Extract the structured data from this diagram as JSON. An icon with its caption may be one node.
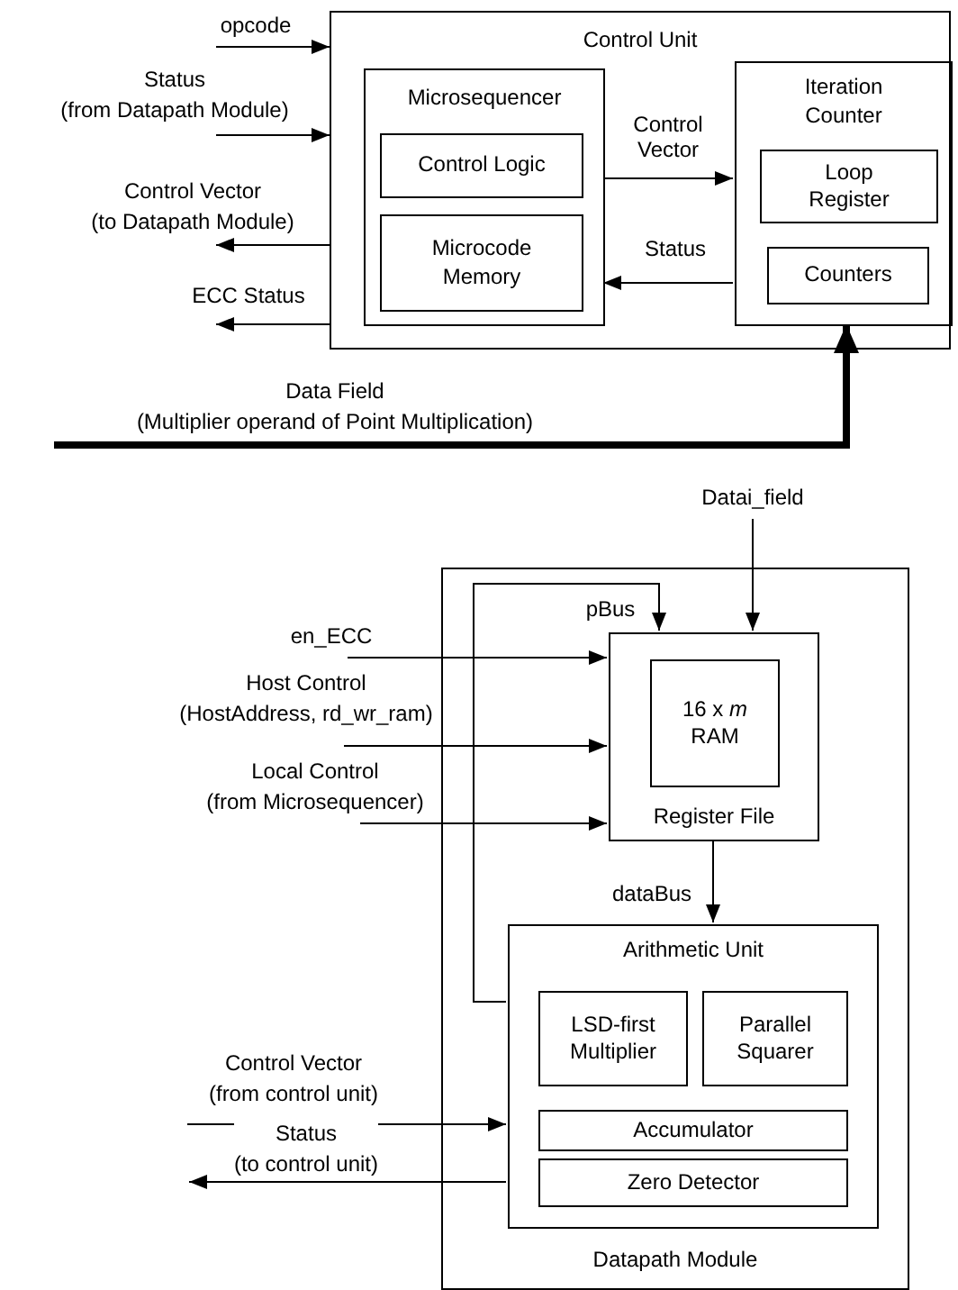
{
  "diagram": {
    "nodes": [
      {
        "text": [
          "Control Unit"
        ]
      },
      {
        "text": [
          "Microsequencer"
        ],
        "in": 0
      },
      {
        "text": [
          "Control Logic"
        ],
        "in": 1
      },
      {
        "text": [
          "Microcode Memory"
        ],
        "in": 1
      },
      {
        "text": [
          "Iteration Counter"
        ],
        "in": 0
      },
      {
        "text": [
          "Loop Register"
        ],
        "in": 4
      },
      {
        "text": [
          "Counters"
        ],
        "in": 4
      },
      {
        "text": [
          "Datapath Module"
        ]
      },
      {
        "text": [
          "Register File"
        ],
        "in": 7
      },
      {
        "text": [
          "16 x *m* RAM"
        ],
        "in": 8
      },
      {
        "text": [
          "Arithmetic Unit"
        ],
        "in": 7
      },
      {
        "text": [
          "LSD-first Multiplier"
        ],
        "in": 10
      },
      {
        "text": [
          "Parallel Squarer"
        ],
        "in": 10
      },
      {
        "text": [
          "Accumulator"
        ],
        "in": 10
      },
      {
        "text": [
          "Zero Detector"
        ],
        "in": 10
      }
    ],
    "edges": [
      {
        "from": null,
        "to": 0,
        "arrow": "to",
        "label": "opcode"
      },
      {
        "from": null,
        "to": 0,
        "arrow": "to",
        "label": "Status (from Datapath Module)"
      },
      {
        "from": 0,
        "to": null,
        "arrow": "to",
        "label": "Control Vector (to Datapath Module)"
      },
      {
        "from": 0,
        "to": null,
        "arrow": "to",
        "label": "ECC Status"
      },
      {
        "from": 1,
        "to": 4,
        "arrow": "to",
        "label": "Control Vector"
      },
      {
        "from": 4,
        "to": 1,
        "arrow": "to",
        "label": "Status"
      },
      {
        "from": null,
        "to": 4,
        "arrow": "to",
        "label": "Data Field (Multiplier operand of Point Multiplication)",
        "style": "thick"
      },
      {
        "from": null,
        "to": 8,
        "arrow": "to",
        "label": "Datai_field"
      },
      {
        "from": 10,
        "to": 8,
        "arrow": "to",
        "label": "pBus"
      },
      {
        "from": null,
        "to": 8,
        "arrow": "to",
        "label": "en_ECC"
      },
      {
        "from": null,
        "to": 8,
        "arrow": "to",
        "label": "Host Control (HostAddress, rd_wr_ram)"
      },
      {
        "from": null,
        "to": 8,
        "arrow": "to",
        "label": "Local Control (from Microsequencer)"
      },
      {
        "from": 8,
        "to": 10,
        "arrow": "to",
        "label": "dataBus"
      },
      {
        "from": null,
        "to": 10,
        "arrow": "to",
        "label": "Control Vector (from control unit)"
      },
      {
        "from": 10,
        "to": null,
        "arrow": "to",
        "label": "Status (to control unit)"
      }
    ]
  }
}
